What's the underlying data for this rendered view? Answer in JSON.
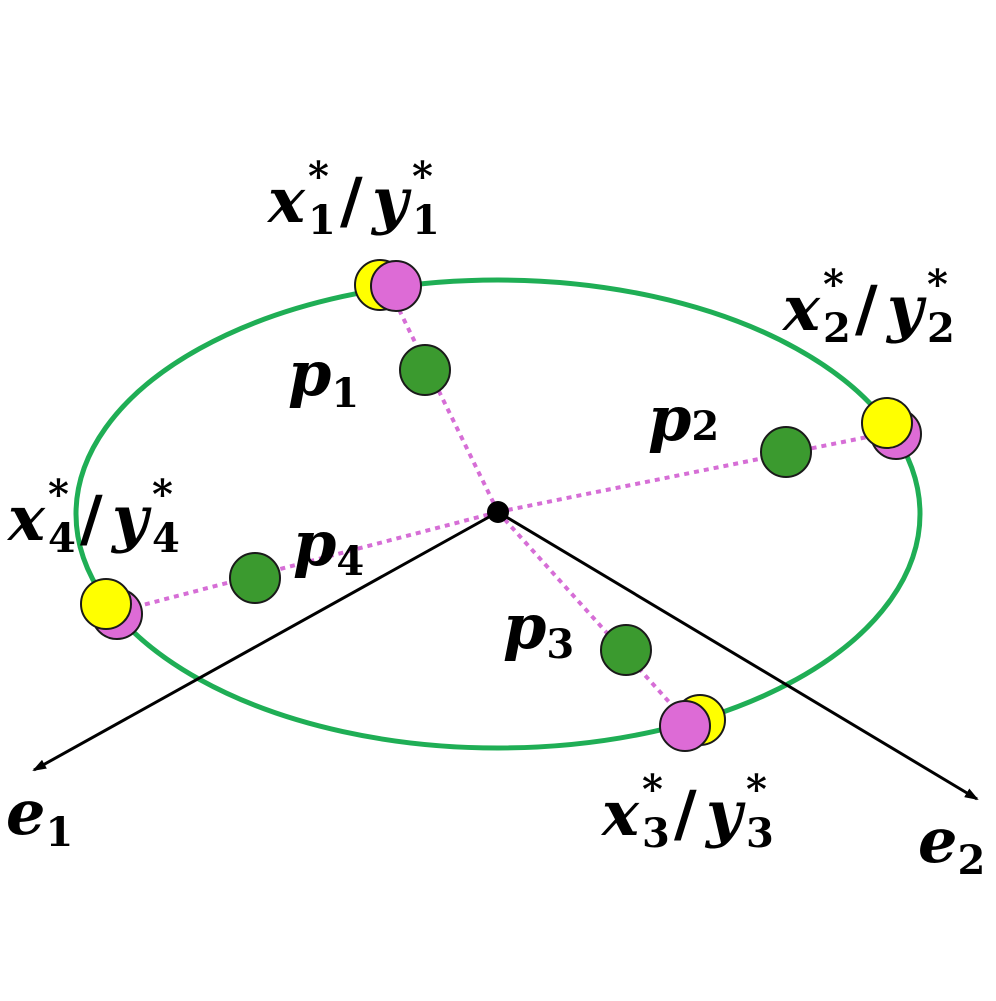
{
  "colors": {
    "ellipse": "#1fae55",
    "dotted_line": "#d66ed6",
    "p_point": "#3b9a2f",
    "x_point": "#ffff00",
    "y_point": "#dd6bd6",
    "axis": "#000000",
    "center": "#000000"
  },
  "axes": {
    "e1": {
      "base": "e",
      "sub": "1"
    },
    "e2": {
      "base": "e",
      "sub": "2"
    }
  },
  "points": {
    "p1": {
      "base": "p",
      "sub": "1"
    },
    "p2": {
      "base": "p",
      "sub": "2"
    },
    "p3": {
      "base": "p",
      "sub": "3"
    },
    "p4": {
      "base": "p",
      "sub": "4"
    }
  },
  "pairs": {
    "xy1": {
      "x": "x",
      "y": "y",
      "sub": "1",
      "sup": "*",
      "slash": "/"
    },
    "xy2": {
      "x": "x",
      "y": "y",
      "sub": "2",
      "sup": "*",
      "slash": "/"
    },
    "xy3": {
      "x": "x",
      "y": "y",
      "sub": "3",
      "sup": "*",
      "slash": "/"
    },
    "xy4": {
      "x": "x",
      "y": "y",
      "sub": "4",
      "sup": "*",
      "slash": "/"
    }
  }
}
